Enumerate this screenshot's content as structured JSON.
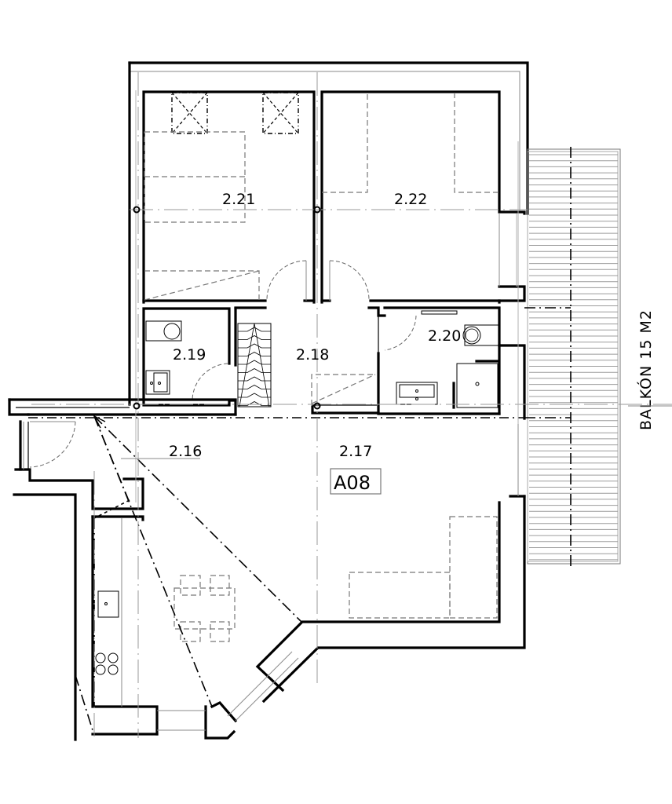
{
  "plan": {
    "apartment_code": "A08",
    "rooms": [
      {
        "id": "2.16",
        "label": "2.16"
      },
      {
        "id": "2.17",
        "label": "2.17"
      },
      {
        "id": "2.18",
        "label": "2.18"
      },
      {
        "id": "2.19",
        "label": "2.19"
      },
      {
        "id": "2.20",
        "label": "2.20"
      },
      {
        "id": "2.21",
        "label": "2.21"
      },
      {
        "id": "2.22",
        "label": "2.22"
      }
    ],
    "balcony": {
      "label": "BALKÓN 15 M2"
    },
    "colors": {
      "wall": "#000000",
      "furniture": "#777777",
      "axis": "#9a9a9a",
      "hatch": "#9c9c9c"
    }
  }
}
